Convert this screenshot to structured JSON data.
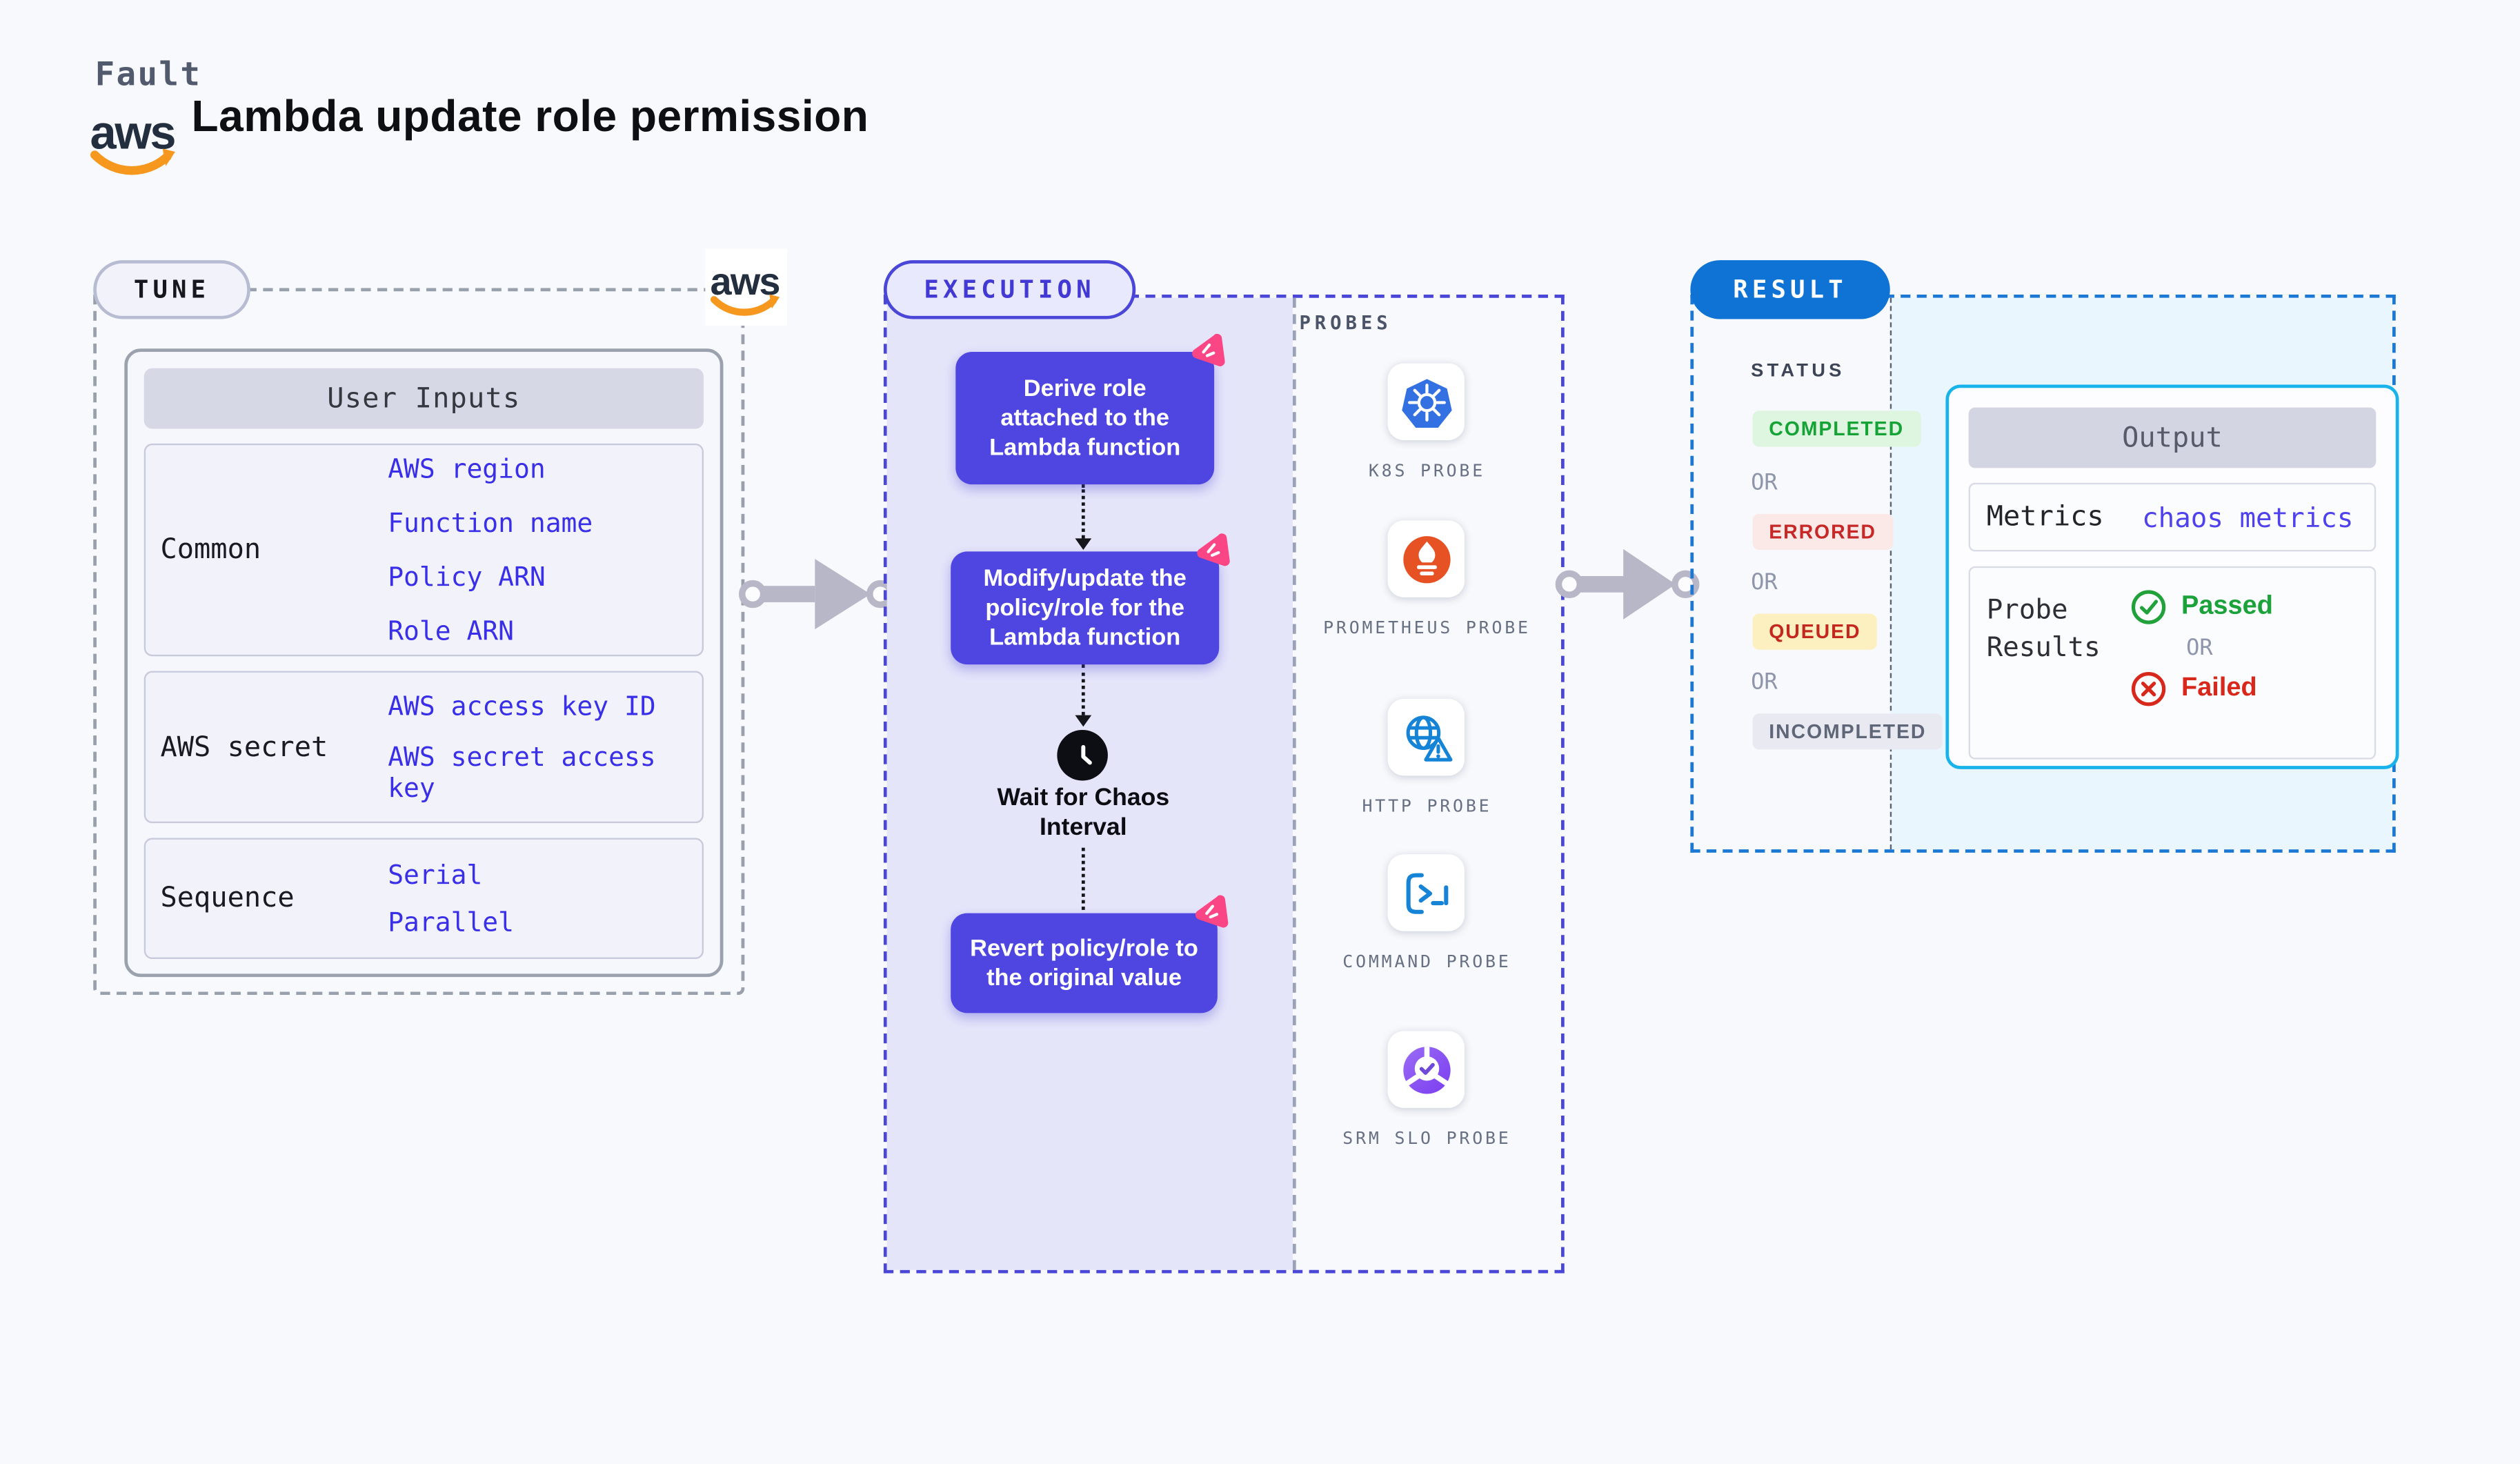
{
  "page": {
    "background": "#f8f9fc"
  },
  "header": {
    "eyebrow": "Fault",
    "aws_label": "aws",
    "title": "Lambda update role permission"
  },
  "tune": {
    "badge": "TUNE",
    "user_inputs": {
      "title": "User Inputs",
      "rows": [
        {
          "label": "Common",
          "values": [
            "AWS region",
            "Function name",
            "Policy ARN",
            "Role ARN"
          ]
        },
        {
          "label": "AWS secret",
          "values": [
            "AWS access key ID",
            "AWS secret access key"
          ]
        },
        {
          "label": "Sequence",
          "values": [
            "Serial",
            "Parallel"
          ]
        }
      ]
    }
  },
  "execution": {
    "badge": "EXECUTION",
    "steps": [
      {
        "label": "Derive role attached to the Lambda function"
      },
      {
        "label": "Modify/update the policy/role for the Lambda function"
      },
      {
        "label": "Revert policy/role to the original value"
      }
    ],
    "wait_label": "Wait for Chaos Interval",
    "probes": {
      "heading": "PROBES",
      "items": [
        {
          "label": "K8S PROBE",
          "icon": "kubernetes-icon"
        },
        {
          "label": "PROMETHEUS PROBE",
          "icon": "prometheus-icon"
        },
        {
          "label": "HTTP PROBE",
          "icon": "globe-warning-icon"
        },
        {
          "label": "COMMAND PROBE",
          "icon": "terminal-icon"
        },
        {
          "label": "SRM SLO PROBE",
          "icon": "slo-pie-check-icon"
        }
      ]
    }
  },
  "result": {
    "badge": "RESULT",
    "status": {
      "heading": "STATUS",
      "or": "OR",
      "badges": [
        {
          "label": "COMPLETED",
          "color": "#15a336",
          "bg": "#def5e0"
        },
        {
          "label": "ERRORED",
          "color": "#c62828",
          "bg": "#fbe9e7"
        },
        {
          "label": "QUEUED",
          "color": "#c4271e",
          "bg": "#fdf0c0"
        },
        {
          "label": "INCOMPLETED",
          "color": "#5f6678",
          "bg": "#e9eaf1"
        }
      ]
    },
    "output": {
      "title": "Output",
      "metrics_label": "Metrics",
      "metrics_value": "chaos metrics",
      "probe_results_label": "Probe Results",
      "passed": "Passed",
      "or": "OR",
      "failed": "Failed"
    }
  },
  "colors": {
    "accent_indigo": "#4f46e2",
    "accent_blue": "#0f73d6",
    "accent_cyan": "#17b3ea",
    "value_blue": "#3a2fe8",
    "arrow_gray": "#b7b7c8",
    "lavender_panel": "#e5e5fa",
    "result_panel": "#e9f6fd",
    "pink_chip": "#fb4685"
  }
}
